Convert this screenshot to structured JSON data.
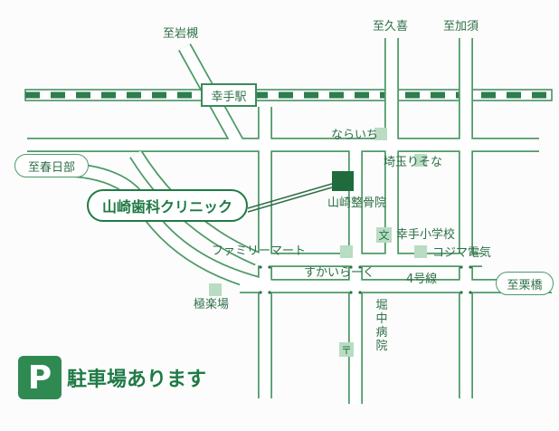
{
  "map": {
    "colors": {
      "road": "#4d9a68",
      "rail": "#3b8a5a",
      "rail_dash": "#2e7d4f",
      "text": "#2f6f48",
      "accent": "#1f7a45",
      "landmark_fill": "#b9dcc3",
      "clinic_marker": "#1f6b3c"
    },
    "station": {
      "label": "幸手駅"
    },
    "destinations": {
      "iwatsuki": "至岩槻",
      "kuki": "至久喜",
      "kazo": "至加須",
      "kasukabe": "至春日部",
      "kurihashi": "至栗橋"
    },
    "roads": {
      "route4": "4号線"
    },
    "clinic": {
      "name": "山崎歯科クリニック"
    },
    "landmarks": {
      "narai_ichi": "ならいち",
      "saitama_resona": "埼玉りそな",
      "yamazaki_seikotsuin": "山崎整骨院",
      "elementary_school_icon": "文",
      "elementary_school": "幸手小学校",
      "familymart": "ファミリーマート",
      "kojima": "コジマ電気",
      "sukairaku": "すかいらーく",
      "gokurakuba": "極楽場",
      "horinaka_hospital": "堀中病院",
      "post_office_icon": "〒"
    },
    "parking": {
      "icon_letter": "P",
      "text": "駐車場あります"
    }
  }
}
